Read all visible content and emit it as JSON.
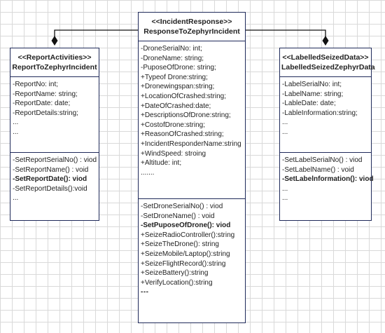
{
  "diagram": {
    "classes": {
      "incident": {
        "stereotype": "<<IncidentResponse>>",
        "name": "ResponseToZephyrIncident",
        "attributes": [
          {
            "text": "-DroneSerialNo: int;",
            "style": "normal"
          },
          {
            "text": "-DroneName: string;",
            "style": "normal"
          },
          {
            "text": "-PuposeOfDrone: string;",
            "style": "normal"
          },
          {
            "text": "+Typeof Drone:string;",
            "style": "normal"
          },
          {
            "text": "+Dronewingspan:string;",
            "style": "normal"
          },
          {
            "text": "+LocationOfCrashed:string;",
            "style": "normal"
          },
          {
            "text": "+DateOfCrashed:date;",
            "style": "normal"
          },
          {
            "text": "+DescriptionsOfDrone:string;",
            "style": "normal"
          },
          {
            "text": "+CostofDrone:string;",
            "style": "normal"
          },
          {
            "text": "+ReasonOfCrashed:string;",
            "style": "normal"
          },
          {
            "text": "+IncidentResponderName:string",
            "style": "normal"
          },
          {
            "text": "+WindSpeed: stroing",
            "style": "normal"
          },
          {
            "text": "+Altitude: int;",
            "style": "normal"
          },
          {
            "text": ".......",
            "style": "normal"
          }
        ],
        "operations": [
          {
            "text": "-SetDroneSerialNo() : viod",
            "style": "normal"
          },
          {
            "text": "-SetDroneName() : void",
            "style": "normal"
          },
          {
            "text": "-SetPuposeOfDrone(): viod",
            "style": "bold"
          },
          {
            "text": "+SeizeRadioController():string",
            "style": "normal"
          },
          {
            "text": "+SeizeTheDrone(): string",
            "style": "normal"
          },
          {
            "text": "+SeizeMobile/Laptop():string",
            "style": "normal"
          },
          {
            "text": "+SeizeFlightRecord():string",
            "style": "normal"
          },
          {
            "text": "+SeizeBattery():string",
            "style": "normal"
          },
          {
            "text": "+VerifyLocation():string",
            "style": "normal"
          },
          {
            "text": "---",
            "style": "dots"
          }
        ]
      },
      "report": {
        "stereotype": "<<ReportActivities>>",
        "name": "ReportToZephyrIncident",
        "attributes": [
          {
            "text": "-ReportNo: int;",
            "style": "normal"
          },
          {
            "text": "-ReportName: string;",
            "style": "normal"
          },
          {
            "text": "-ReportDate: date;",
            "style": "normal"
          },
          {
            "text": "-ReportDetails:string;",
            "style": "normal"
          },
          {
            "text": "...",
            "style": "normal"
          },
          {
            "text": "...",
            "style": "normal"
          }
        ],
        "operations": [
          {
            "text": "-SetReportSerialNo() : viod",
            "style": "normal"
          },
          {
            "text": "-SetReportName() : void",
            "style": "normal"
          },
          {
            "text": "-SetReportDate(): viod",
            "style": "bold"
          },
          {
            "text": "-SetReportDetails():void",
            "style": "normal"
          },
          {
            "text": "...",
            "style": "normal"
          }
        ]
      },
      "labelled": {
        "stereotype": "<<LabelledSeizedData>>",
        "name": "LabelledSeizedZephyrData",
        "attributes": [
          {
            "text": "-LabelSerialNo: int;",
            "style": "normal"
          },
          {
            "text": "-LabelName: string;",
            "style": "normal"
          },
          {
            "text": "-LableDate: date;",
            "style": "normal"
          },
          {
            "text": "-LableInformation:string;",
            "style": "normal"
          },
          {
            "text": "...",
            "style": "normal"
          },
          {
            "text": "...",
            "style": "normal"
          }
        ],
        "operations": [
          {
            "text": "-SetLabelSerialNo() : viod",
            "style": "normal"
          },
          {
            "text": "-SetLabelName() : void",
            "style": "normal"
          },
          {
            "text": "-SetLabelnformation(): viod",
            "style": "bold"
          },
          {
            "text": "...",
            "style": "normal"
          },
          {
            "text": "...",
            "style": "normal"
          }
        ]
      }
    },
    "relationships": [
      {
        "from": "incident",
        "to": "report",
        "type": "composition"
      },
      {
        "from": "incident",
        "to": "labelled",
        "type": "composition"
      }
    ]
  }
}
